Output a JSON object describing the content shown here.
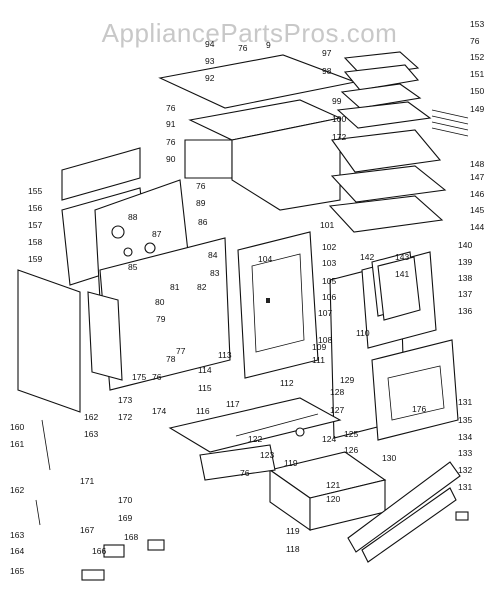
{
  "watermark": "AppliancePartsPros.com",
  "parts": [
    "153",
    "76",
    "152",
    "151",
    "150",
    "149",
    "148",
    "147",
    "146",
    "145",
    "144",
    "9",
    "94",
    "93",
    "92",
    "76",
    "97",
    "98",
    "99",
    "100",
    "172",
    "91",
    "76",
    "90",
    "76",
    "89",
    "88",
    "87",
    "86",
    "85",
    "84",
    "101",
    "155",
    "156",
    "157",
    "158",
    "159",
    "160",
    "161",
    "162",
    "163",
    "164",
    "165",
    "166",
    "167",
    "168",
    "169",
    "170",
    "171",
    "172",
    "173",
    "174",
    "175",
    "104",
    "102",
    "103",
    "105",
    "106",
    "107",
    "108",
    "109",
    "110",
    "111",
    "112",
    "113",
    "114",
    "115",
    "116",
    "117",
    "119",
    "120",
    "121",
    "122",
    "123",
    "124",
    "125",
    "126",
    "127",
    "128",
    "129",
    "130",
    "80",
    "81",
    "82",
    "83",
    "79",
    "78",
    "77",
    "76",
    "143",
    "141",
    "142",
    "140",
    "139",
    "138",
    "137",
    "136",
    "131",
    "132",
    "133",
    "134",
    "135",
    "176",
    "118"
  ]
}
